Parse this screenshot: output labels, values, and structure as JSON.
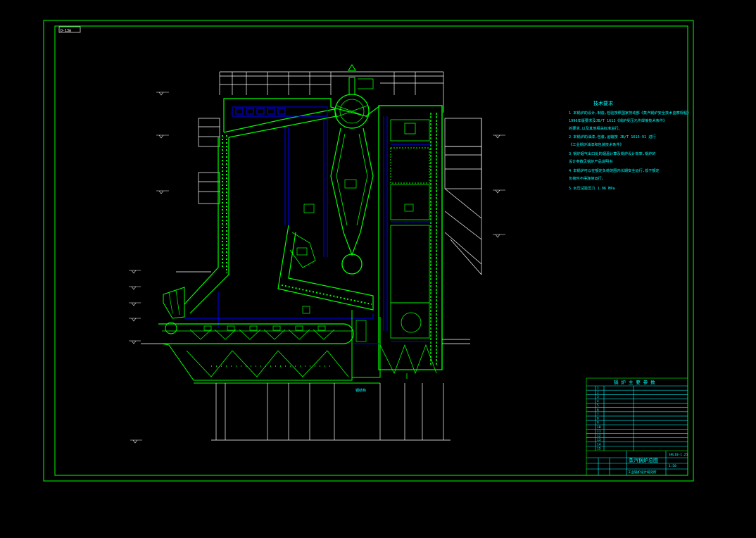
{
  "colors": {
    "background": "#000000",
    "frame": "#00ff00",
    "structure": "#00ff00",
    "water": "#0000ff",
    "annotation": "#00ffff",
    "notes_text": "#00ffff",
    "white_line": "#ffffff",
    "table_line": "#00ffff"
  },
  "sheet_tag": "D-13m",
  "tech_notes": {
    "title": "技术要求",
    "items": [
      "1  本锅炉的设计,制造,检验按照国家劳动部《蒸汽锅炉安全技术监察规程》",
      "   1996年版要求及JB/T 1613《锅炉受压元件焊接技术条件》",
      "   的要求,以及其他相关标准进行。",
      "2  本锅炉的油漆,包装,运输按 JB/T 1615-91 进行",
      "   《工业锅炉油漆和包装技术条件》",
      "3  锅炉烟气出口处的烟温计算及锅炉设计效率,锅炉的",
      "   设计参数见锅炉产品说明书",
      "4  本锅炉可以在额定负荷范围内长期安全运行,低于额定",
      "   负荷时不得连续运行。",
      "5  水压试验压力 1.96 MPa"
    ]
  },
  "title_block": {
    "table_title": "锅 炉 主 要 参 数",
    "rows": [
      "1",
      "2",
      "3",
      "4",
      "5",
      "6",
      "7",
      "8",
      "9",
      "10",
      "11",
      "12",
      "13",
      "14",
      "15"
    ],
    "drawing_title": "蒸汽锅炉总图",
    "designer": "工业锅炉设计研究所",
    "drawing_number": "SHL10-1.25",
    "scale": "1:50"
  },
  "labels": {
    "bottom_center": "钢结构"
  }
}
